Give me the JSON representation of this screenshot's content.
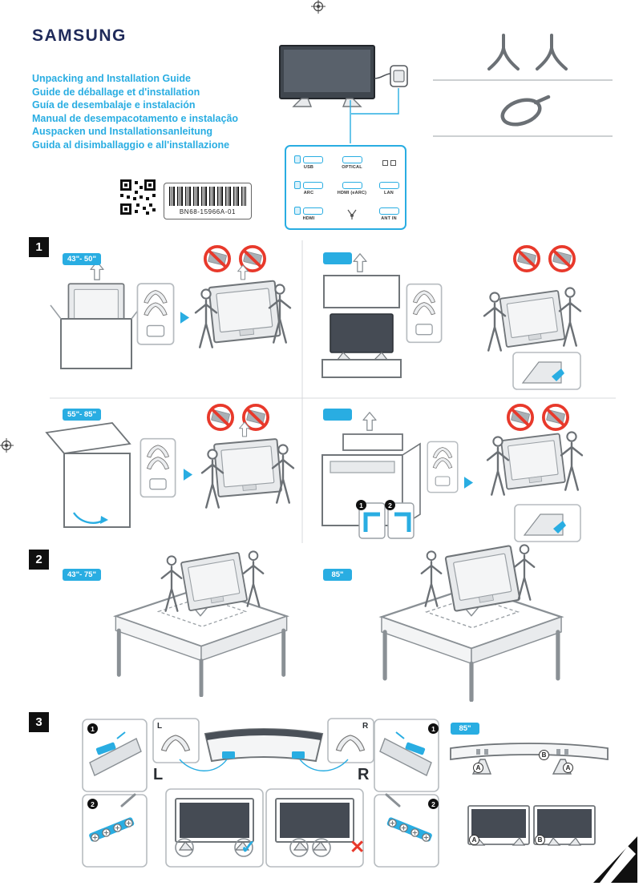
{
  "colors": {
    "accent": "#29ade2",
    "brand_navy": "#1f2a5a",
    "prohibit_red": "#e8392b"
  },
  "brand": {
    "logo_text": "SAMSUNG"
  },
  "header": {
    "titles": [
      "Unpacking and Installation Guide",
      "Guide de déballage et d'installation",
      "Guía de desembalaje e instalación",
      "Manual de desempacotamento e instalação",
      "Auspacken und Installationsanleitung",
      "Guida al disimballaggio e all'installazione"
    ],
    "part_number": "BN68-15966A-01"
  },
  "ports": {
    "labels": [
      "USB",
      "OPTICAL",
      "ARC",
      "HDMI (eARC)",
      "LAN",
      "HDMI",
      "ANT IN"
    ]
  },
  "s1": {
    "number": "1",
    "badge_a": "43\"- 50\"",
    "badge_b": "",
    "badge_c": "55\"- 85\"",
    "badge_d": "",
    "det1": "1",
    "det2": "2"
  },
  "s2": {
    "number": "2",
    "badge_a": "43\"- 75\"",
    "badge_b": "85\""
  },
  "s3": {
    "number": "3",
    "step1": "1",
    "step2": "2",
    "mini_l": "L",
    "mini_r": "R",
    "big_l": "L",
    "big_r": "R",
    "badge": "85\"",
    "marker_a": "A",
    "marker_b": "B",
    "tv_a": "A",
    "tv_b": "B",
    "check": "✓",
    "cross": "✕"
  }
}
